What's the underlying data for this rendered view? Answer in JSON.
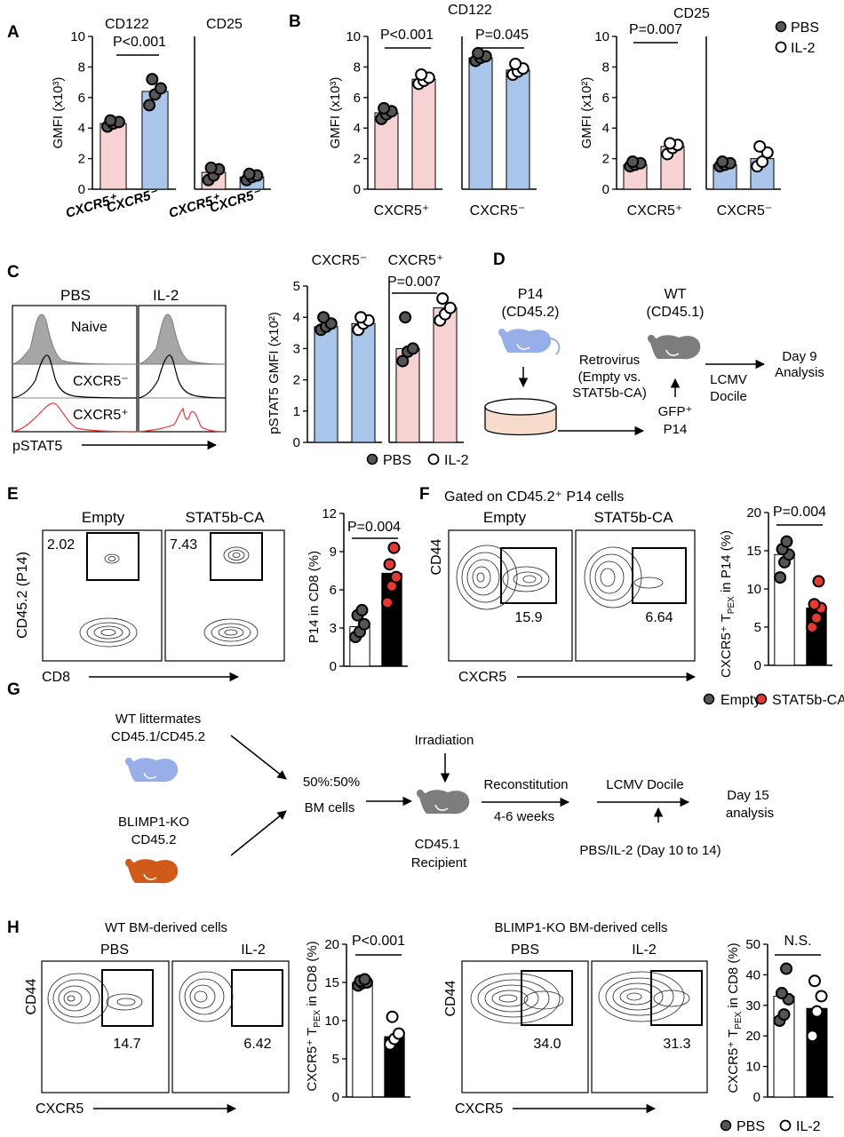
{
  "colors": {
    "pink": "#f7d2d2",
    "blue": "#a9c5ea",
    "black": "#000000",
    "red": "#e53935",
    "gray": "#808080",
    "mouse_blue": "#97aee8",
    "mouse_gray": "#7d7d7d",
    "mouse_orange": "#cf5a1a",
    "dish": "#f7dccc",
    "hist_gray": "#a6a6a6"
  },
  "panels": {
    "A": "A",
    "B": "B",
    "C": "C",
    "D": "D",
    "E": "E",
    "F": "F",
    "G": "G",
    "H": "H"
  },
  "legends": {
    "pbs": "PBS",
    "il2": "IL-2",
    "empty": "Empty",
    "stat5bca": "STAT5b-CA"
  },
  "panelA": {
    "ylabel": "GMFI (x10³)",
    "title1": "CD122",
    "title2": "CD25",
    "pval": "P<0.001",
    "cat1": "CXCR5⁺",
    "cat2": "CXCR5⁻"
  },
  "panelB": {
    "title_cd122": "CD122",
    "title_cd25": "CD25",
    "ylabel1": "GMFI (x10³)",
    "ylabel2": "GMFI (x10²)",
    "p1": "P<0.001",
    "p2": "P=0.045",
    "p3": "P=0.007",
    "cat_pos": "CXCR5⁺",
    "cat_neg": "CXCR5⁻"
  },
  "panelC": {
    "pbs": "PBS",
    "il2": "IL-2",
    "naive": "Naive",
    "neg": "CXCR5⁻",
    "pos": "CXCR5⁺",
    "xlabel": "pSTAT5",
    "ylabel": "pSTAT5 GMFI (x10²)",
    "title_neg": "CXCR5⁻",
    "title_pos": "CXCR5⁺",
    "pval": "P=0.007"
  },
  "panelD": {
    "p14": "P14",
    "p14_cd": "(CD45.2)",
    "wt": "WT",
    "wt_cd": "(CD45.1)",
    "retro1": "Retrovirus",
    "retro2": "(Empty vs.",
    "retro3": "STAT5b-CA)",
    "gfp": "GFP⁺",
    "p14b": "P14",
    "lcmv1": "LCMV",
    "lcmv2": "Docile",
    "day1": "Day 9",
    "day2": "Analysis"
  },
  "panelE": {
    "empty": "Empty",
    "stat": "STAT5b-CA",
    "v1": "2.02",
    "v2": "7.43",
    "ylabel": "CD45.2 (P14)",
    "xlabel": "CD8",
    "bar_ylabel": "P14 in CD8 (%)",
    "pval": "P=0.004"
  },
  "panelF": {
    "gated": "Gated on CD45.2⁺ P14 cells",
    "empty": "Empty",
    "stat": "STAT5b-CA",
    "v1": "15.9",
    "v2": "6.64",
    "ylabel": "CD44",
    "xlabel": "CXCR5",
    "bar_ylabel": "CXCR5⁺ T<tspan>PEX</tspan> in P14 (%)",
    "bar_ylabel_main": "CXCR5⁺ T",
    "bar_ylabel_sub": "PEX",
    "bar_ylabel_end": " in P14 (%)",
    "pval": "P=0.004"
  },
  "panelG": {
    "wt1": "WT littermates",
    "wt2": "CD45.1/CD45.2",
    "ko1": "BLIMP1-KO",
    "ko2": "CD45.2",
    "mix1": "50%:50%",
    "mix2": "BM cells",
    "irr": "Irradiation",
    "rec1": "CD45.1",
    "rec2": "Recipient",
    "recon1": "Reconstitution",
    "recon2": "4-6 weeks",
    "lcmv": "LCMV Docile",
    "treat": "PBS/IL-2 (Day 10 to 14)",
    "day1": "Day 15",
    "day2": "analysis"
  },
  "panelH": {
    "wt_title": "WT BM-derived cells",
    "ko_title": "BLIMP1-KO BM-derived cells",
    "pbs": "PBS",
    "il2": "IL-2",
    "v1": "14.7",
    "v2": "6.42",
    "v3": "34.0",
    "v4": "31.3",
    "ylabel": "CD44",
    "xlabel": "CXCR5",
    "bar_ylabel_main": "CXCR5⁺ T",
    "bar_ylabel_sub": "PEX",
    "bar_ylabel_end": " in CD8 (%)",
    "p1": "P<0.001",
    "p2": "N.S."
  },
  "chart_data": [
    {
      "id": "A_CD122",
      "type": "bar",
      "title": "CD122",
      "ylabel": "GMFI (x10³)",
      "ylim": [
        0,
        10
      ],
      "categories": [
        "CXCR5⁺",
        "CXCR5⁻"
      ],
      "values": [
        4.3,
        6.4
      ],
      "points": [
        [
          4.1,
          4.3,
          4.4,
          4.5
        ],
        [
          5.5,
          6.2,
          6.6,
          7.2
        ]
      ],
      "colors": [
        "pink",
        "blue"
      ],
      "dot": "filled"
    },
    {
      "id": "A_CD25",
      "type": "bar",
      "title": "CD25",
      "ylabel": "GMFI (x10³)",
      "ylim": [
        0,
        10
      ],
      "categories": [
        "CXCR5⁺",
        "CXCR5⁻"
      ],
      "values": [
        1.1,
        0.8
      ],
      "points": [
        [
          0.6,
          0.9,
          1.3,
          1.4
        ],
        [
          0.6,
          0.8,
          0.9,
          1.0
        ]
      ],
      "colors": [
        "pink",
        "blue"
      ],
      "dot": "filled"
    },
    {
      "id": "B_CD122_pos",
      "type": "bar",
      "ylabel": "GMFI (x10³)",
      "ylim": [
        0,
        10
      ],
      "categories": [
        "PBS",
        "IL-2"
      ],
      "values": [
        5.0,
        7.2
      ],
      "points": [
        [
          4.6,
          4.9,
          5.1,
          5.3
        ],
        [
          6.9,
          7.1,
          7.3,
          7.5
        ]
      ],
      "colors": [
        "pink",
        "pink"
      ]
    },
    {
      "id": "B_CD122_neg",
      "type": "bar",
      "ylim": [
        0,
        10
      ],
      "categories": [
        "PBS",
        "IL-2"
      ],
      "values": [
        8.6,
        7.8
      ],
      "points": [
        [
          8.4,
          8.6,
          8.7,
          8.9
        ],
        [
          7.5,
          7.7,
          7.9,
          8.2
        ]
      ],
      "colors": [
        "blue",
        "blue"
      ]
    },
    {
      "id": "B_CD25_pos",
      "type": "bar",
      "ylabel": "GMFI (x10²)",
      "ylim": [
        0,
        10
      ],
      "categories": [
        "PBS",
        "IL-2"
      ],
      "values": [
        1.6,
        2.8
      ],
      "points": [
        [
          1.5,
          1.6,
          1.7,
          1.8
        ],
        [
          2.3,
          2.7,
          2.9,
          3.0
        ]
      ],
      "colors": [
        "pink",
        "pink"
      ]
    },
    {
      "id": "B_CD25_neg",
      "type": "bar",
      "ylim": [
        0,
        10
      ],
      "categories": [
        "PBS",
        "IL-2"
      ],
      "values": [
        1.6,
        2.0
      ],
      "points": [
        [
          1.5,
          1.6,
          1.7,
          1.8
        ],
        [
          1.5,
          1.8,
          2.4,
          2.8
        ]
      ],
      "colors": [
        "blue",
        "blue"
      ]
    },
    {
      "id": "C_neg",
      "type": "bar",
      "title": "CXCR5⁻",
      "ylabel": "pSTAT5 GMFI (x10²)",
      "ylim": [
        0,
        5
      ],
      "categories": [
        "PBS",
        "IL-2"
      ],
      "values": [
        3.7,
        3.8
      ],
      "points": [
        [
          3.6,
          3.7,
          3.8,
          4.0
        ],
        [
          3.6,
          3.8,
          3.9,
          4.0
        ]
      ],
      "colors": [
        "blue",
        "blue"
      ]
    },
    {
      "id": "C_pos",
      "type": "bar",
      "title": "CXCR5⁺",
      "ylim": [
        0,
        5
      ],
      "categories": [
        "PBS",
        "IL-2"
      ],
      "values": [
        3.0,
        4.3
      ],
      "points": [
        [
          2.6,
          2.9,
          3.0,
          4.0
        ],
        [
          3.9,
          4.1,
          4.3,
          4.6
        ]
      ],
      "colors": [
        "pink",
        "pink"
      ]
    },
    {
      "id": "E_bar",
      "type": "bar",
      "ylabel": "P14 in CD8 (%)",
      "ylim": [
        0,
        12
      ],
      "yticks": [
        0,
        3,
        6,
        9,
        12
      ],
      "categories": [
        "Empty",
        "STAT5b-CA"
      ],
      "values": [
        3.1,
        7.3
      ],
      "points": [
        [
          2.3,
          2.7,
          3.3,
          4.0,
          4.4
        ],
        [
          5.0,
          6.3,
          7.0,
          8.0,
          9.3
        ]
      ],
      "colors": [
        "white",
        "black"
      ]
    },
    {
      "id": "F_bar",
      "type": "bar",
      "ylabel": "CXCR5⁺ TPEX in P14 (%)",
      "ylim": [
        0,
        20
      ],
      "yticks": [
        0,
        5,
        10,
        15,
        20
      ],
      "categories": [
        "Empty",
        "STAT5b-CA"
      ],
      "values": [
        14.5,
        7.5
      ],
      "points": [
        [
          11.5,
          13.5,
          14.5,
          15.2,
          16.2
        ],
        [
          5.0,
          6.2,
          7.5,
          8.0,
          11.0
        ]
      ],
      "colors": [
        "white",
        "black"
      ]
    },
    {
      "id": "H_wt_bar",
      "type": "bar",
      "ylabel": "CXCR5⁺ TPEX in CD8 (%)",
      "ylim": [
        0,
        20
      ],
      "yticks": [
        0,
        5,
        10,
        15,
        20
      ],
      "categories": [
        "PBS",
        "IL-2"
      ],
      "values": [
        15.0,
        7.9
      ],
      "points": [
        [
          14.6,
          14.9,
          15.0,
          15.2,
          15.4
        ],
        [
          6.9,
          7.6,
          8.3,
          10.5
        ]
      ],
      "colors": [
        "white",
        "black"
      ]
    },
    {
      "id": "H_ko_bar",
      "type": "bar",
      "ylabel": "CXCR5⁺ TPEX in CD8 (%)",
      "ylim": [
        0,
        50
      ],
      "yticks": [
        0,
        10,
        20,
        30,
        40,
        50
      ],
      "categories": [
        "PBS",
        "IL-2"
      ],
      "values": [
        33.0,
        29.0
      ],
      "points": [
        [
          25.0,
          27.0,
          32.0,
          34.0,
          42.0
        ],
        [
          20.0,
          28.0,
          33.0,
          38.0
        ]
      ],
      "colors": [
        "white",
        "black"
      ]
    }
  ]
}
